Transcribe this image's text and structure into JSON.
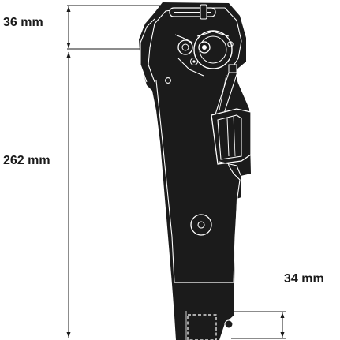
{
  "figure": {
    "subject": "prosthetic-knee-side-view",
    "dimensions": {
      "top_height": "36 mm",
      "shank_length": "262 mm",
      "pylon_height": "34 mm"
    },
    "colors": {
      "body": "#1b1b1b",
      "lines": "#1a1a1a",
      "background": "#ffffff",
      "highlight": "#ffffff"
    }
  }
}
